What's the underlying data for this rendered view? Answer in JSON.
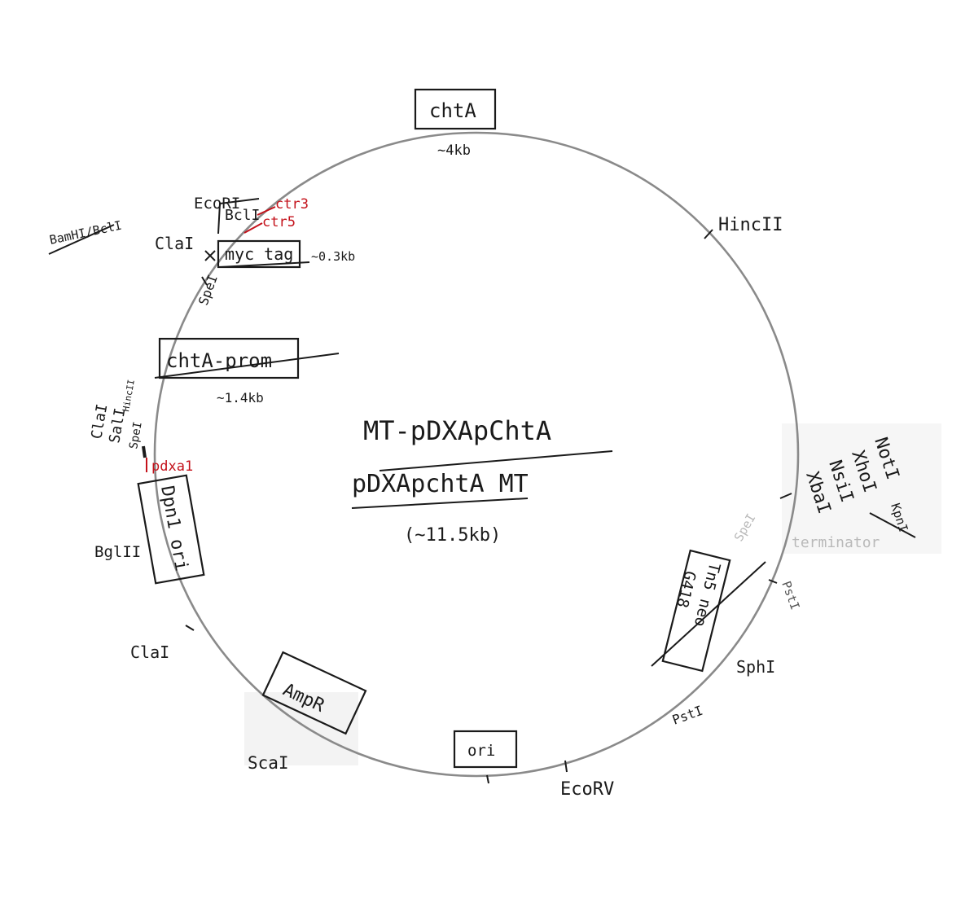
{
  "title": {
    "line1": "MT-pDXApChtA",
    "line2": "pDXApchtA MT",
    "size": "(~11.5kb)"
  },
  "features": {
    "chta": "chtA",
    "chta_size": "~4kb",
    "myctag": "myc tag",
    "myctag_size": "~0.3kb",
    "chta_prom": "chtA-prom",
    "chta_prom_size": "~1.4kb",
    "dpnl_ori": "Dpn1 ori",
    "tn5_neo": "Tn5 neo",
    "g418": "G418",
    "ampr": "AmpR",
    "ori": "ori"
  },
  "primers": {
    "ctr3": "ctr3",
    "ctr5": "ctr5",
    "pdxa1": "pdxa1"
  },
  "sites": {
    "hinc2": "HincII",
    "ecor1": "EcoRI",
    "bcl1": "BclI",
    "bamhi_bcl1": "BamHI/BclI",
    "cla1_top": "ClaI",
    "spe1_top": "SpeI",
    "hinc2_left": "HincII",
    "cla1_left": "ClaI",
    "sal1": "SalI",
    "spe1_left": "SpeI",
    "bgl2": "BglII",
    "cla1_bottom": "ClaI",
    "sca1": "ScaI",
    "ecorv": "EcoRV",
    "not1": "NotI",
    "xho1": "XhoI",
    "nsi1": "NsiI",
    "xba1": "XbaI",
    "kpn1": "KpnI",
    "spe1_right": "SpeI",
    "terminator": "terminator",
    "pst1_right": "PstI",
    "sph1": "SphI",
    "pst1_bottom": "PstI"
  }
}
